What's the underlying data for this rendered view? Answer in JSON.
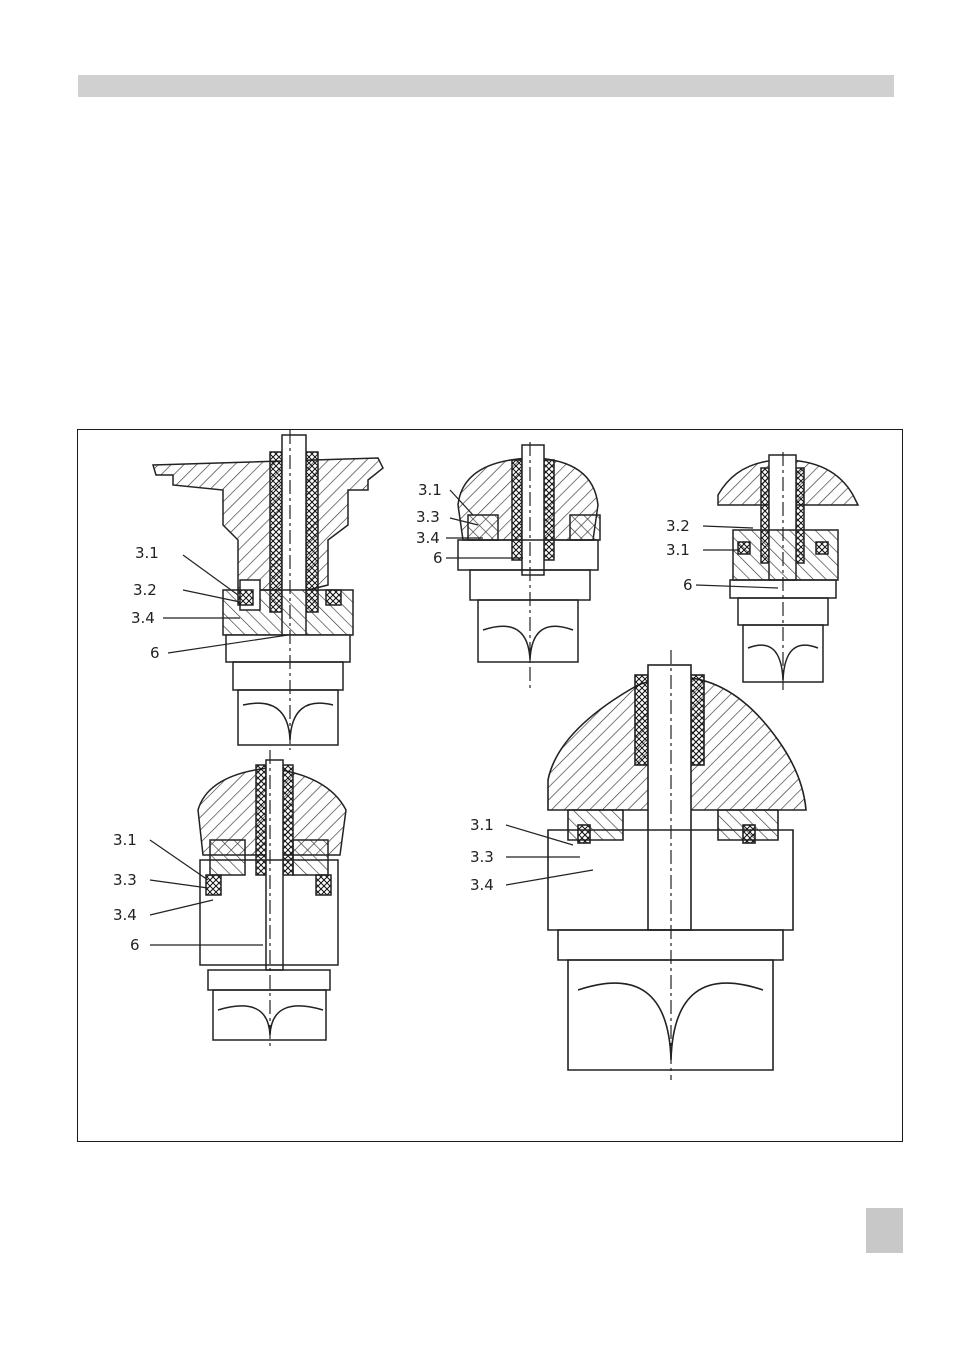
{
  "figure": {
    "callouts": {
      "v1": [
        "3.1",
        "3.2",
        "3.4",
        "6"
      ],
      "v2": [
        "3.1",
        "3.3",
        "3.4",
        "6"
      ],
      "v3": [
        "3.2",
        "3.1",
        "6"
      ],
      "v4": [
        "3.1",
        "3.3",
        "3.4",
        "6"
      ],
      "v5": [
        "3.1",
        "3.3",
        "3.4"
      ]
    }
  }
}
